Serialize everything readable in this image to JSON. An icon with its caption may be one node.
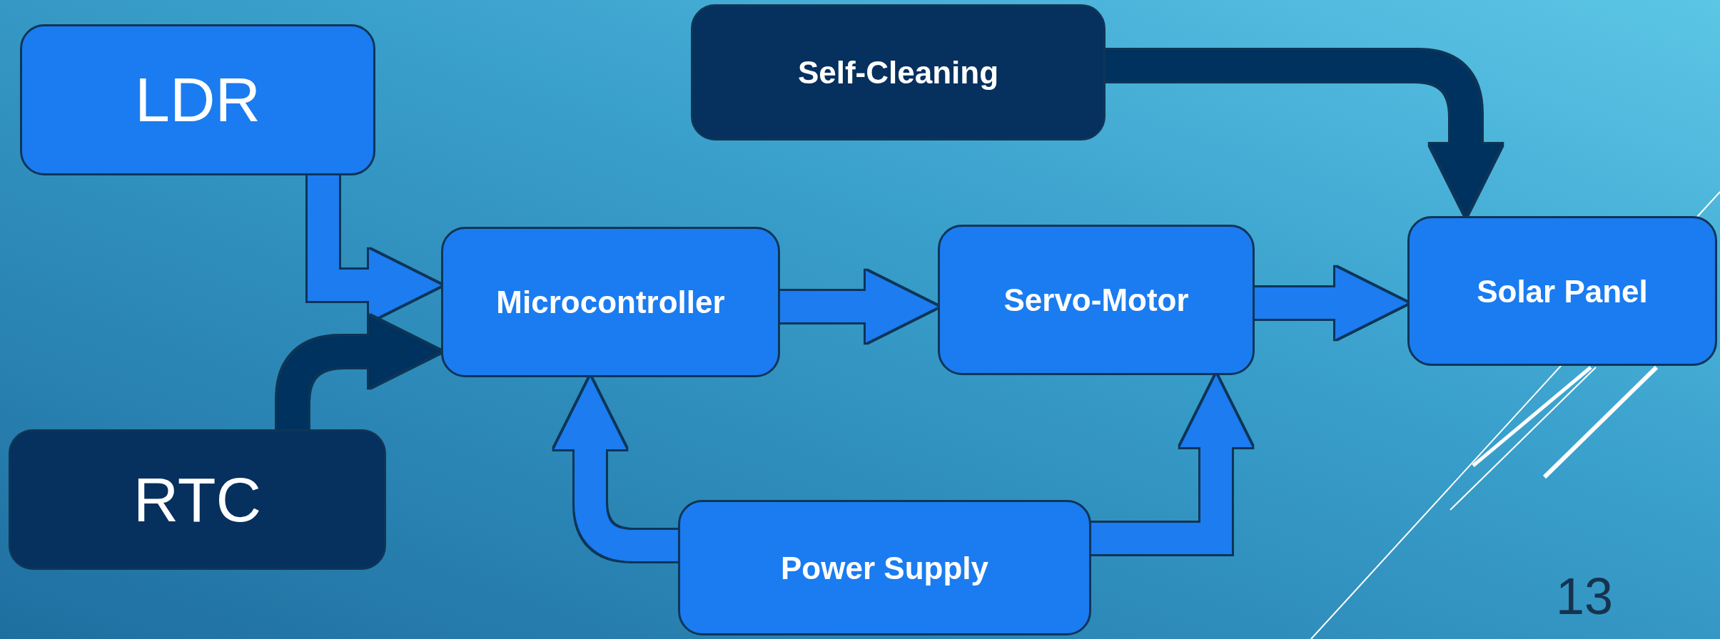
{
  "diagram": {
    "nodes": [
      {
        "text": [
          "LDR"
        ]
      },
      {
        "text": [
          "Self-Cleaning"
        ]
      },
      {
        "text": [
          "Microcontroller"
        ]
      },
      {
        "text": [
          "Servo-Motor"
        ]
      },
      {
        "text": [
          "Solar Panel"
        ]
      },
      {
        "text": [
          "RTC"
        ]
      },
      {
        "text": [
          "Power Supply"
        ]
      }
    ],
    "edges": [
      {
        "from": 0,
        "to": 2,
        "arrow": "to"
      },
      {
        "from": 5,
        "to": 2,
        "arrow": "to",
        "color": "#06305e"
      },
      {
        "from": 1,
        "to": 4,
        "arrow": "to",
        "color": "#06305e"
      },
      {
        "from": 2,
        "to": 3,
        "arrow": "to"
      },
      {
        "from": 3,
        "to": 4,
        "arrow": "to"
      },
      {
        "from": 6,
        "to": 2,
        "arrow": "to"
      },
      {
        "from": 6,
        "to": 3,
        "arrow": "to"
      }
    ],
    "labels": [
      "13"
    ]
  }
}
